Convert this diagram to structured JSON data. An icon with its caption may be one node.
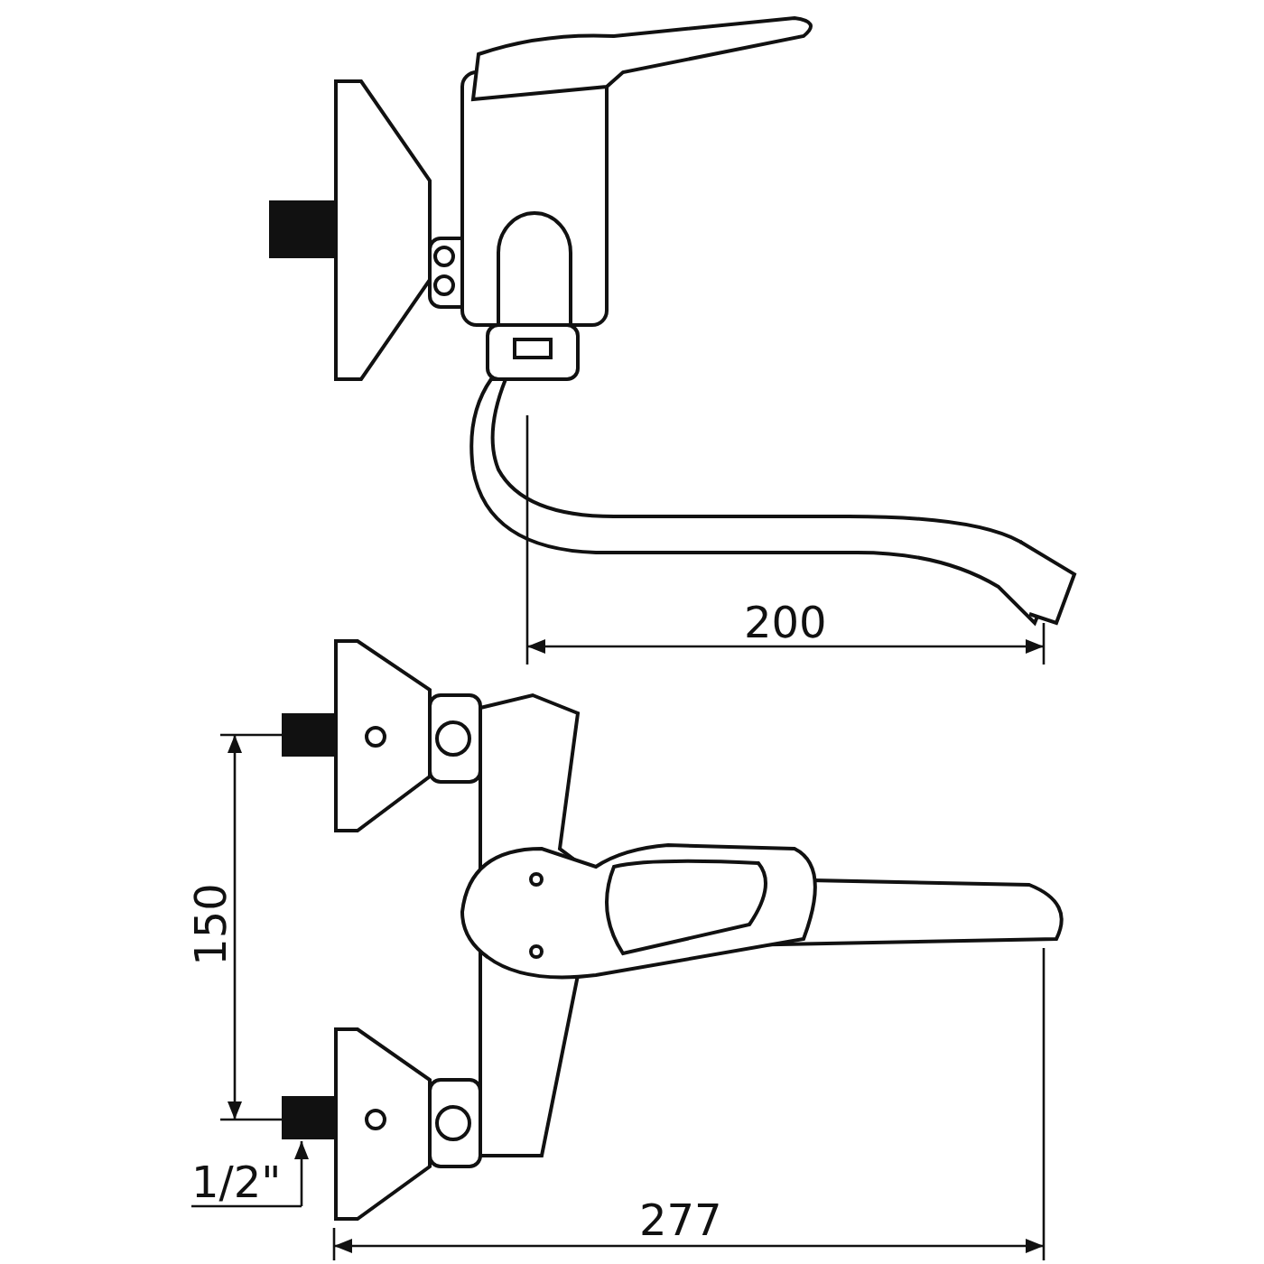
{
  "diagram": {
    "labels": [
      "200",
      "150",
      "1/2\"",
      "277"
    ]
  }
}
